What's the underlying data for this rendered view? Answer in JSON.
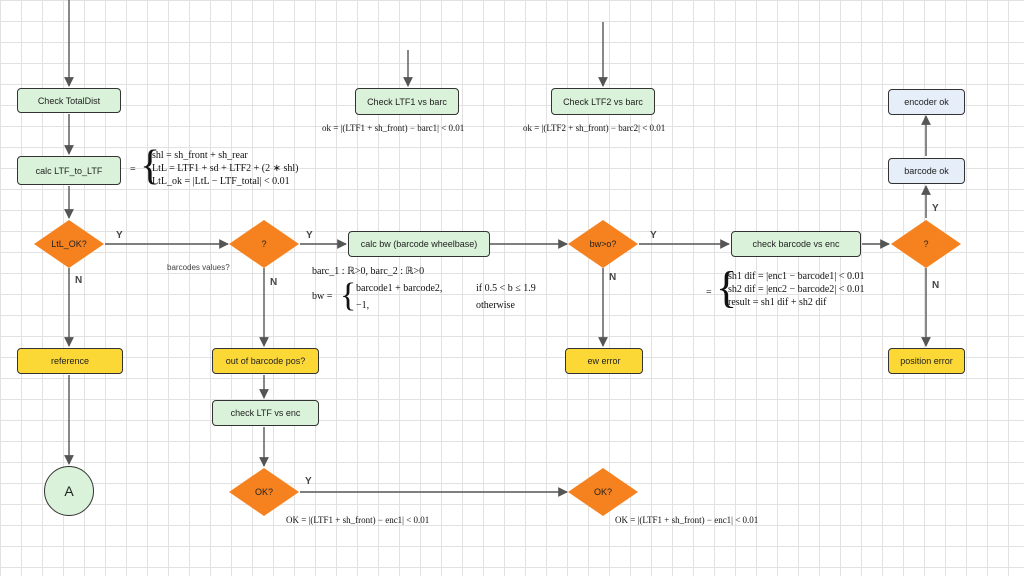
{
  "nodes": {
    "check_totaldist": "Check TotalDist",
    "calc_ltf_to_ltf": "calc LTF_to_LTF",
    "ltl_ok": "LtL_OK?",
    "reference": "reference",
    "circle_a": "A",
    "q1": "?",
    "out_of_barcode_pos": "out of barcode pos?",
    "check_ltf_vs_enc": "check LTF vs enc",
    "ok1": "OK?",
    "ok2": "OK?",
    "check_ltf1_vs_barc": "Check LTF1 vs barc",
    "check_ltf2_vs_barc": "Check LTF2 vs barc",
    "calc_bw": "calc bw (barcode wheelbase)",
    "bw_gt_0": "bw>o?",
    "ew_error": "ew error",
    "check_barcode_vs_enc": "check barcode vs enc",
    "q2": "?",
    "position_error": "position error",
    "barcode_ok": "barcode ok",
    "encoder_ok": "encoder ok"
  },
  "edge_labels": {
    "y1": "Y",
    "n1": "N",
    "y2": "Y",
    "n2": "N",
    "y3": "Y",
    "n3": "N",
    "y4": "Y",
    "n4": "N",
    "y5": "Y",
    "barcodes_values": "barcodes values?"
  },
  "formulas": {
    "ltf1": "ok = |(LTF1 + sh_front) − barc1| < 0.01",
    "ltf2": "ok = |(LTF2 + sh_front) − barc2| < 0.01",
    "calc_ltf": [
      "shl = sh_front + sh_rear",
      "LtL = LTF1 + sd + LTF2 + (2 ∗ shl)",
      "LtL_ok = |LtL − LTF_total| < 0.01"
    ],
    "barc_domain": "barc_1 : ℝ>0,    barc_2 : ℝ>0",
    "bw_prefix": "bw =",
    "bw_case1": "barcode1 + barcode2,",
    "bw_cond1": "if 0.5 < b ≤ 1.9",
    "bw_case2": "−1,",
    "bw_cond2": "otherwise",
    "enc": [
      "sh1 dif = |enc1 − barcode1| < 0.01",
      "sh2 dif = |enc2 − barcode2| < 0.01",
      "result = sh1 dif + sh2 dif"
    ],
    "ok1": "OK = |(LTF1 + sh_front) − enc1| < 0.01",
    "ok2": "OK = |(LTF1 + sh_front) − enc1| < 0.01"
  },
  "colors": {
    "process": "#d9f2d9",
    "decision": "#f5821f",
    "terminal_warn": "#fcd836",
    "terminal_ok": "#e6eef9",
    "edge": "#555555"
  }
}
